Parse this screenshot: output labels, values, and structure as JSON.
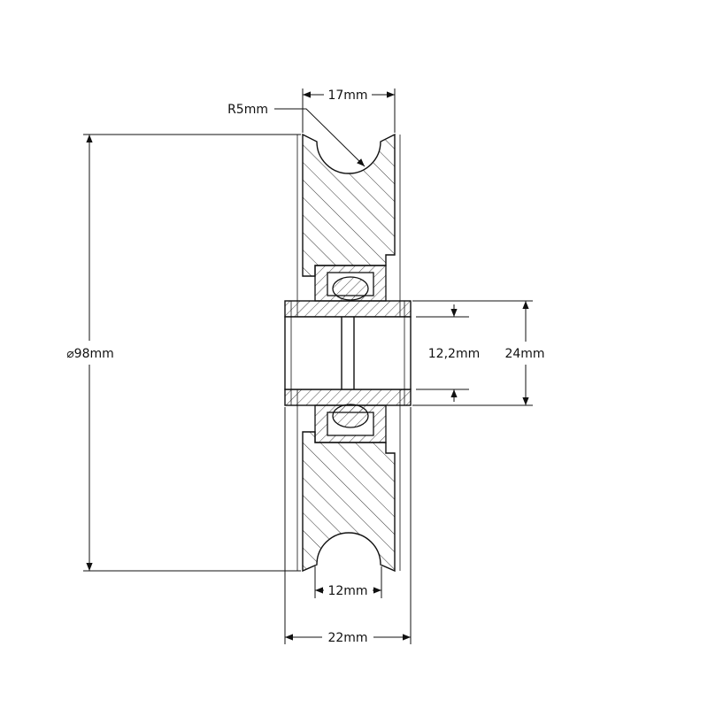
{
  "title": "",
  "dimensions": {
    "top_width": "17mm",
    "groove_radius": "R5mm",
    "outer_diameter": "⌀98mm",
    "bore": "12,2mm",
    "hub_width_vertical": "24mm",
    "groove_bottom_width": "12mm",
    "total_width": "22mm"
  },
  "colors": {
    "line": "#111111",
    "background": "#ffffff",
    "hatch": "#333333"
  }
}
